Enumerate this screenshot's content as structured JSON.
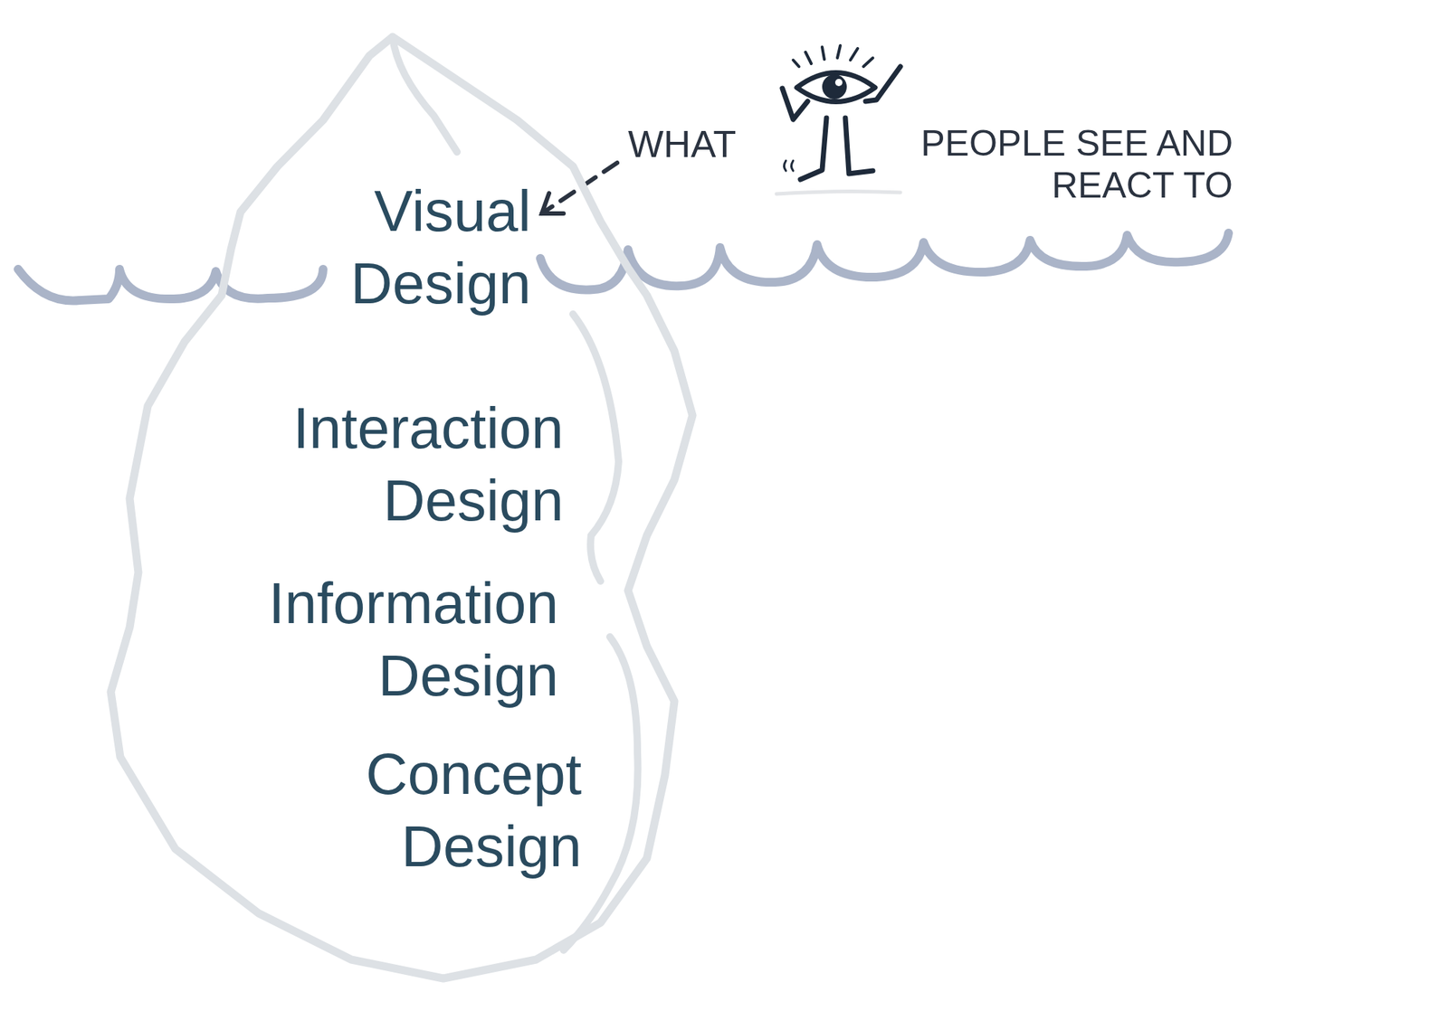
{
  "diagram": {
    "nodes": [
      {
        "text": [
          "Visual Design",
          "Interaction Design",
          "Information Design",
          "Concept Design"
        ]
      }
    ],
    "labels": [
      "WHAT",
      "PEOPLE SEE AND REACT TO"
    ]
  }
}
